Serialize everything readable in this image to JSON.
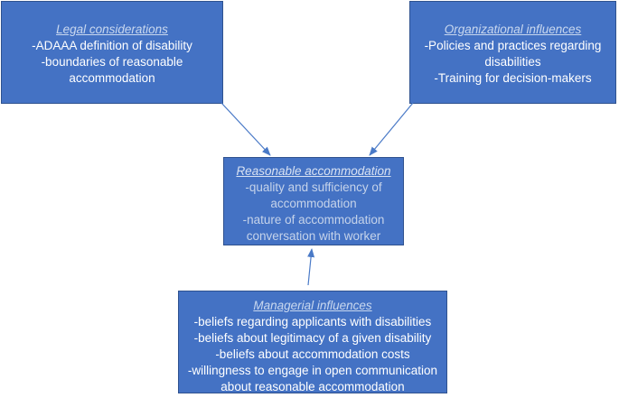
{
  "colors": {
    "box_fill": "#4472c4",
    "box_border": "#2f528f",
    "arrow": "#4a7ac7"
  },
  "boxes": {
    "legal": {
      "title": "Legal considerations",
      "lines": [
        "-ADAAA definition of disability",
        "-boundaries of reasonable",
        "accommodation"
      ]
    },
    "organizational": {
      "title": "Organizational influences",
      "lines": [
        "-Policies and practices regarding",
        "disabilities",
        "-Training for decision-makers"
      ]
    },
    "reasonable": {
      "title": "Reasonable accommodation",
      "lines": [
        "-quality  and sufficiency of",
        "accommodation",
        "-nature of accommodation",
        "conversation with worker"
      ]
    },
    "managerial": {
      "title": "Managerial influences",
      "lines": [
        "-beliefs regarding applicants with disabilities",
        "-beliefs about legitimacy of a given disability",
        "-beliefs about accommodation costs",
        "-willingness to engage in open communication",
        "about reasonable accommodation"
      ]
    }
  }
}
